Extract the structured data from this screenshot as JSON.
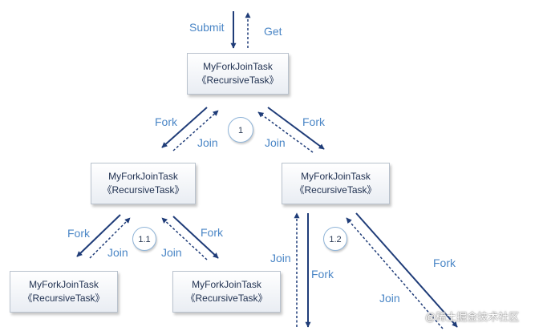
{
  "colors": {
    "solid_arrow": "#1f3c78",
    "dashed_arrow": "#1f3c78",
    "label": "#4a86c6",
    "box_text": "#1f3050",
    "box_border": "#b9c2cd"
  },
  "top_labels": {
    "submit": "Submit",
    "get": "Get"
  },
  "tasks": {
    "root": {
      "line1": "MyForkJoinTask",
      "line2": "《RecursiveTask》"
    },
    "left": {
      "line1": "MyForkJoinTask",
      "line2": "《RecursiveTask》"
    },
    "right": {
      "line1": "MyForkJoinTask",
      "line2": "《RecursiveTask》"
    },
    "left_left": {
      "line1": "MyForkJoinTask",
      "line2": "《RecursiveTask》"
    },
    "left_right": {
      "line1": "MyForkJoinTask",
      "line2": "《RecursiveTask》"
    }
  },
  "labels": {
    "fork": "Fork",
    "join": "Join"
  },
  "steps": {
    "s1": "1",
    "s11": "1.1",
    "s12": "1.2"
  },
  "watermark": "@稀土掘金技术社区"
}
